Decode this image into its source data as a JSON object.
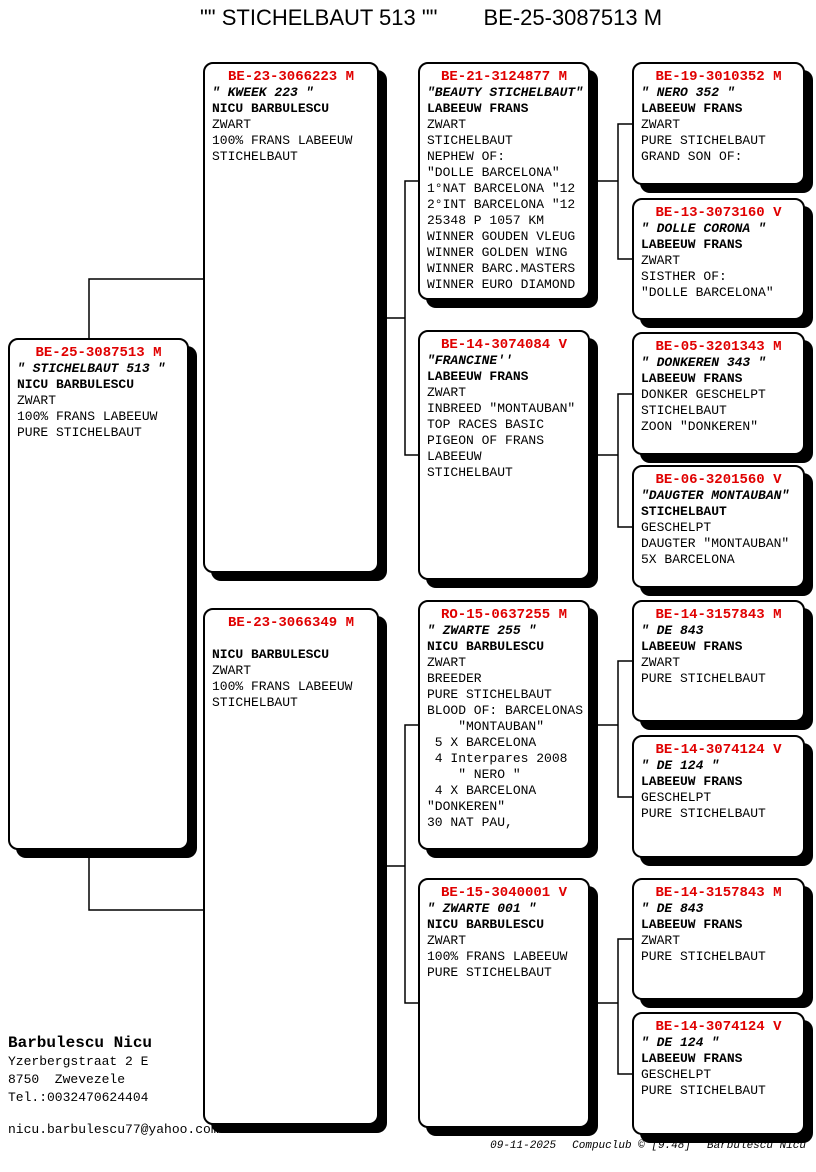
{
  "title": {
    "name_part": "\"\" STICHELBAUT 513 \"\"",
    "id_part": "BE-25-3087513 M"
  },
  "colors": {
    "ring_red": "#e00000",
    "line_black": "#000000",
    "background": "#ffffff"
  },
  "boxes": [
    {
      "relation": "subject",
      "header": "BE-25-3087513 M",
      "name": "\" STICHELBAUT 513 \"",
      "owner": "NICU BARBULESCU",
      "lines": [
        "ZWART",
        "100% FRANS LABEEUW",
        "PURE STICHELBAUT"
      ]
    },
    {
      "relation": "sire",
      "header": "BE-23-3066223 M",
      "name": "\" KWEEK 223 \"",
      "owner": "NICU BARBULESCU",
      "lines": [
        "ZWART",
        "100% FRANS LABEEUW",
        "STICHELBAUT"
      ]
    },
    {
      "relation": "dam",
      "header": "BE-23-3066349 M",
      "name": "",
      "owner": "NICU BARBULESCU",
      "lines": [
        "ZWART",
        "100% FRANS LABEEUW",
        "STICHELBAUT"
      ]
    },
    {
      "relation": "sire-sire",
      "header": "BE-21-3124877 M",
      "name": "\"BEAUTY STICHELBAUT\"",
      "owner": "LABEEUW FRANS",
      "lines": [
        "ZWART",
        "STICHELBAUT",
        "NEPHEW OF:",
        "\"DOLLE BARCELONA\"",
        "1°NAT BARCELONA \"12",
        "2°INT BARCELONA \"12",
        "25348 P 1057 KM",
        "WINNER GOUDEN VLEUG",
        "WINNER GOLDEN WING",
        "WINNER BARC.MASTERS",
        "WINNER EURO DIAMOND"
      ]
    },
    {
      "relation": "sire-dam",
      "header": "BE-14-3074084 V",
      "name": "\"FRANCINE''",
      "owner": "LABEEUW FRANS",
      "lines": [
        "ZWART",
        "INBREED \"MONTAUBAN\"",
        "TOP RACES BASIC",
        "PIGEON OF FRANS",
        "LABEEUW",
        "STICHELBAUT"
      ]
    },
    {
      "relation": "dam-sire",
      "header": "RO-15-0637255 M",
      "name": "\" ZWARTE 255 \"",
      "owner": "NICU BARBULESCU",
      "lines": [
        "ZWART",
        "BREEDER",
        "PURE STICHELBAUT",
        "BLOOD OF: BARCELONAS",
        "    \"MONTAUBAN\"",
        " 5 X BARCELONA",
        " 4 Interpares 2008",
        "    \" NERO \"",
        " 4 X BARCELONA",
        "\"DONKEREN\"",
        "30 NAT PAU,"
      ]
    },
    {
      "relation": "dam-dam",
      "header": "BE-15-3040001 V",
      "name": "\" ZWARTE 001 \"",
      "owner": "NICU BARBULESCU",
      "lines": [
        "ZWART",
        "100% FRANS LABEEUW",
        "PURE STICHELBAUT"
      ]
    },
    {
      "relation": "sire-sire-sire",
      "header": "BE-19-3010352 M",
      "name": "\" NERO 352 \"",
      "owner": "LABEEUW FRANS",
      "lines": [
        "ZWART",
        "PURE STICHELBAUT",
        "GRAND SON OF:"
      ]
    },
    {
      "relation": "sire-sire-dam",
      "header": "BE-13-3073160 V",
      "name": "\" DOLLE CORONA \"",
      "owner": "LABEEUW FRANS",
      "lines": [
        "ZWART",
        "SISTHER OF:",
        "\"DOLLE BARCELONA\""
      ]
    },
    {
      "relation": "sire-dam-sire",
      "header": "BE-05-3201343 M",
      "name": "\" DONKEREN 343 \"",
      "owner": "LABEEUW FRANS",
      "lines": [
        "DONKER GESCHELPT",
        "STICHELBAUT",
        "ZOON \"DONKEREN\""
      ]
    },
    {
      "relation": "sire-dam-dam",
      "header": "BE-06-3201560 V",
      "name": "\"DAUGTER MONTAUBAN\"",
      "owner": "STICHELBAUT",
      "lines": [
        "GESCHELPT",
        "DAUGTER \"MONTAUBAN\"",
        "5X BARCELONA"
      ]
    },
    {
      "relation": "dam-sire-sire",
      "header": "BE-14-3157843 M",
      "name": "\" DE 843",
      "owner": "LABEEUW FRANS",
      "lines": [
        "ZWART",
        "PURE STICHELBAUT"
      ]
    },
    {
      "relation": "dam-sire-dam",
      "header": "BE-14-3074124 V",
      "name": "\" DE 124 \"",
      "owner": "LABEEUW FRANS",
      "lines": [
        "GESCHELPT",
        "PURE STICHELBAUT"
      ]
    },
    {
      "relation": "dam-dam-sire",
      "header": "BE-14-3157843 M",
      "name": "\" DE 843",
      "owner": "LABEEUW FRANS",
      "lines": [
        "ZWART",
        "PURE STICHELBAUT"
      ]
    },
    {
      "relation": "dam-dam-dam",
      "header": "BE-14-3074124 V",
      "name": "\" DE 124 \"",
      "owner": "LABEEUW FRANS",
      "lines": [
        "GESCHELPT",
        "PURE STICHELBAUT"
      ]
    }
  ],
  "contact": {
    "name": "Barbulescu Nicu",
    "address_line1": "Yzerbergstraat 2 E",
    "address_line2": "8750  Zwevezele",
    "phone": "Tel.:0032470624404",
    "email": "nicu.barbulescu77@yahoo.com"
  },
  "print_footer": {
    "date": "09-11-2025",
    "software": "Compuclub © [9.48]",
    "user": "Barbulescu Nicu"
  }
}
